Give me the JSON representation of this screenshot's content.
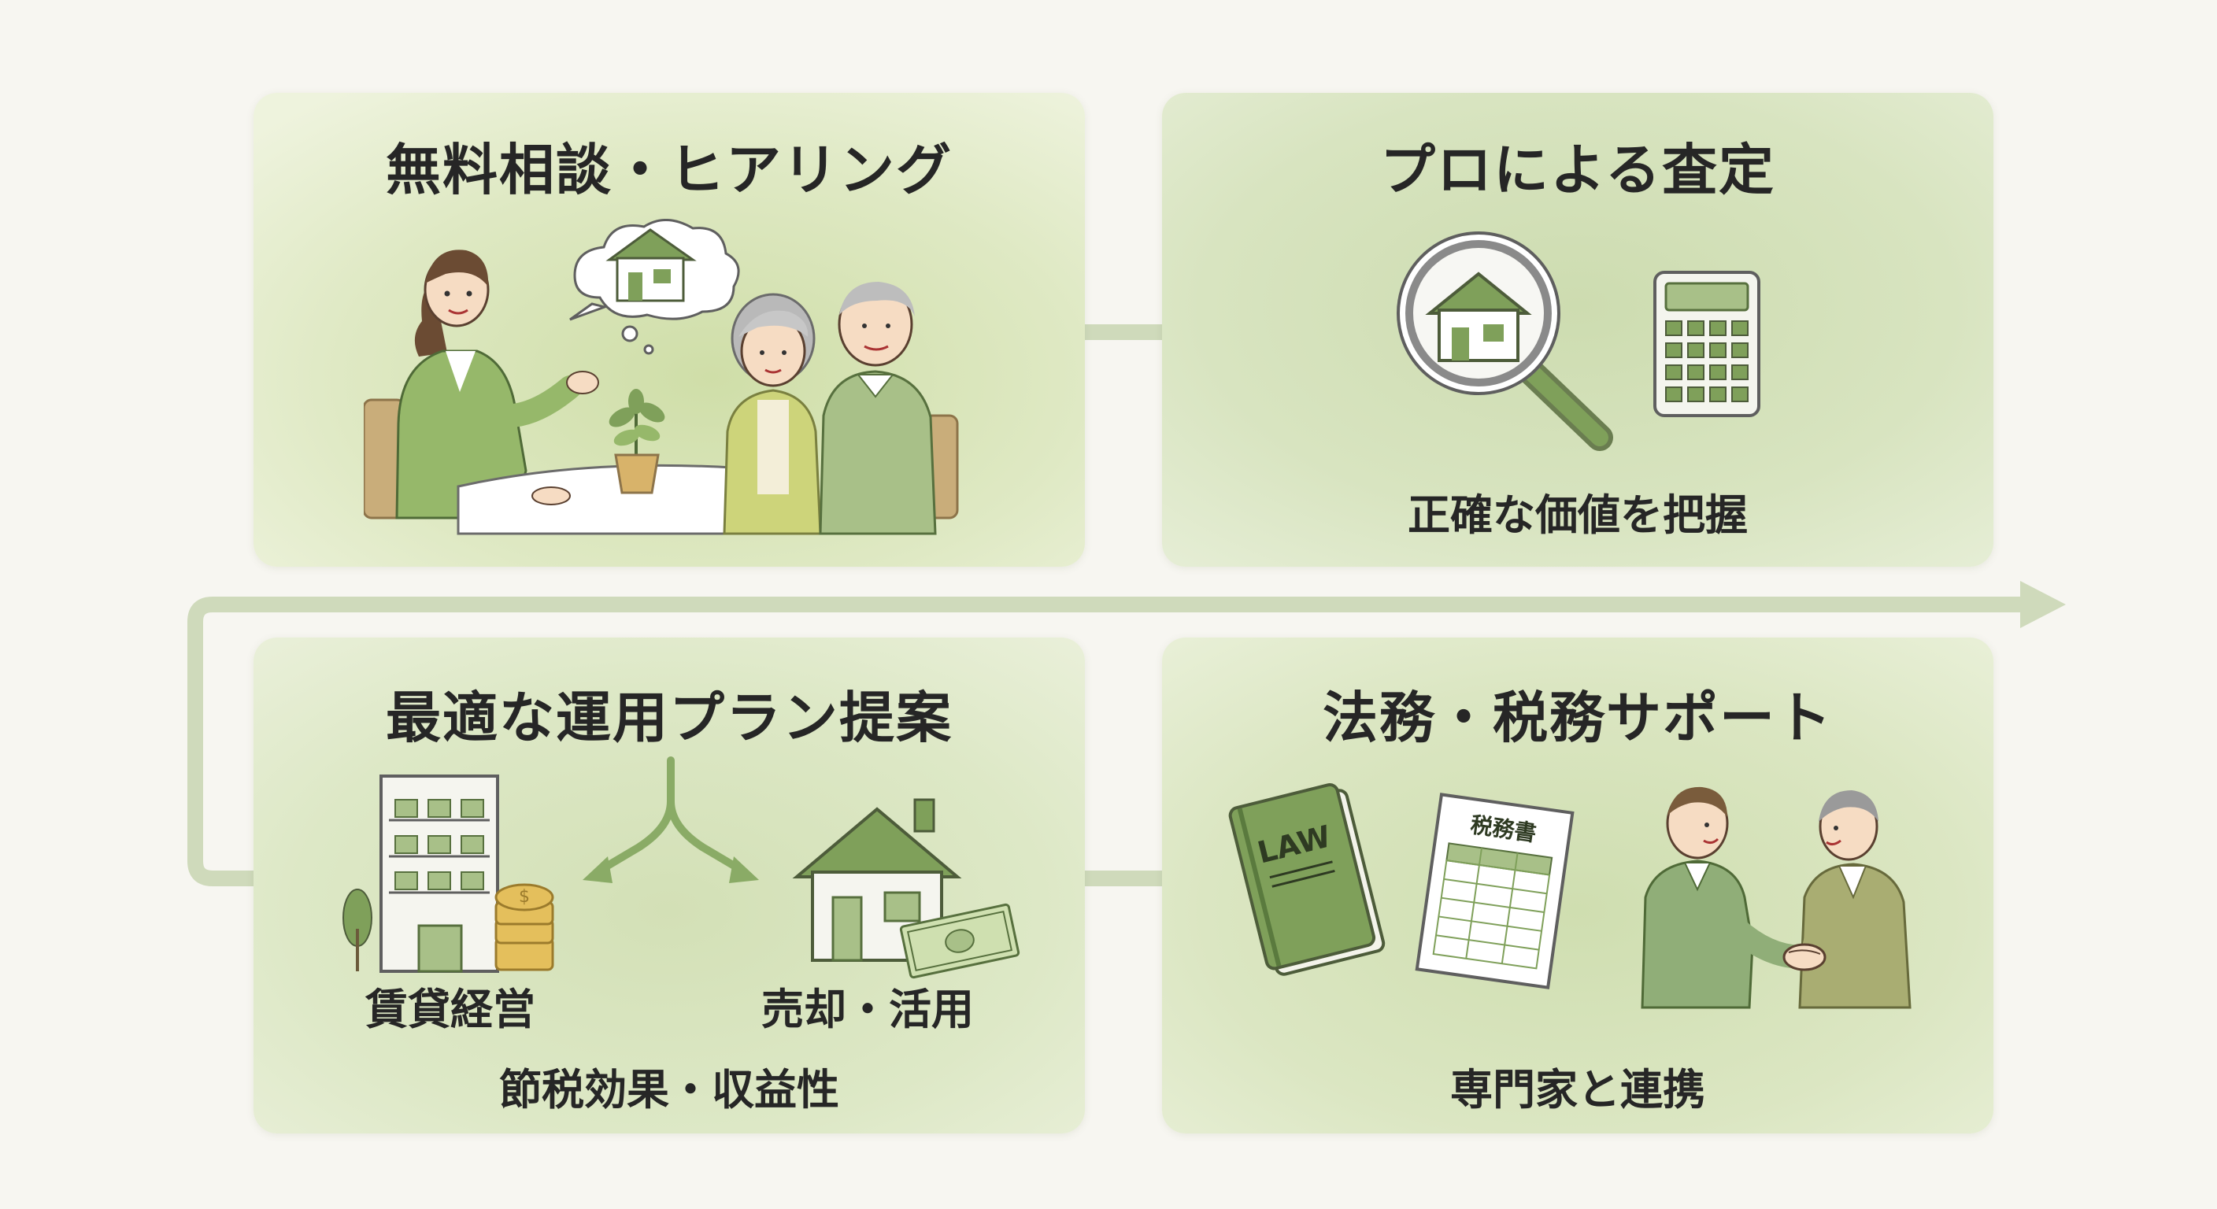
{
  "steps": [
    {
      "title": "無料相談・ヒアリング"
    },
    {
      "title": "プロによる査定",
      "caption": "正確な価値を把握"
    },
    {
      "title": "最適な運用プラン提案",
      "option_left": "賃貸経営",
      "option_right": "売却・活用",
      "caption": "節税効果・収益性"
    },
    {
      "title": "法務・税務サポート",
      "caption": "専門家と連携",
      "book_label": "LAW",
      "document_label": "税務書"
    }
  ],
  "colors": {
    "card_green": "#dde8c3",
    "accent_green": "#7fa05a",
    "dark_green": "#5a7a3e",
    "connector": "#cfdabb",
    "text": "#262626"
  }
}
